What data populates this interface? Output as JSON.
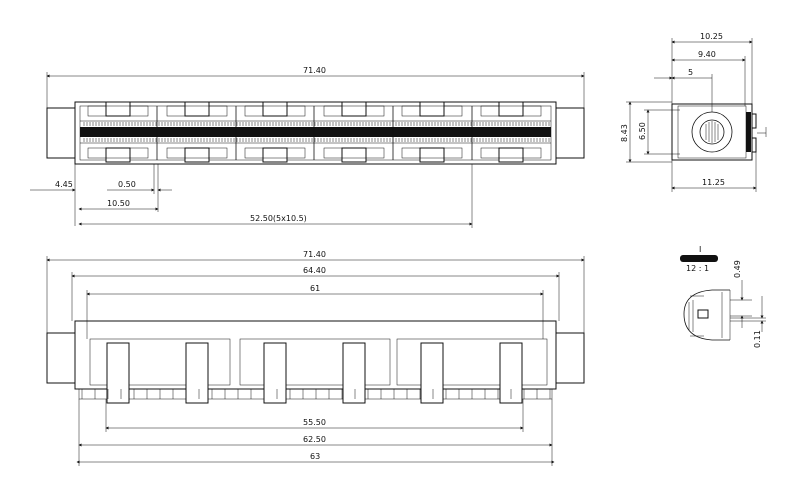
{
  "drawing": {
    "top_view": {
      "overall_length": "71.40",
      "dim_end_offset": "4.45",
      "dim_gap": "0.50",
      "dim_pitch": "10.50",
      "dim_span": "52.50(5x10.5)"
    },
    "side_view": {
      "dim_total_width": "10.25",
      "dim_width_2": "9.40",
      "dim_width_3": "5",
      "dim_height_1": "8.43",
      "dim_height_2": "6.50",
      "dim_base_width": "11.25"
    },
    "front_view": {
      "overall_length": "71.40",
      "dim_body": "64.40",
      "dim_inner": "61",
      "dim_pins": "55.50",
      "dim_base": "62.50",
      "dim_bottom": "63"
    },
    "detail_view": {
      "label": "I",
      "scale": "12 : 1",
      "dim_a": "0.49",
      "dim_b": "0.11"
    }
  }
}
